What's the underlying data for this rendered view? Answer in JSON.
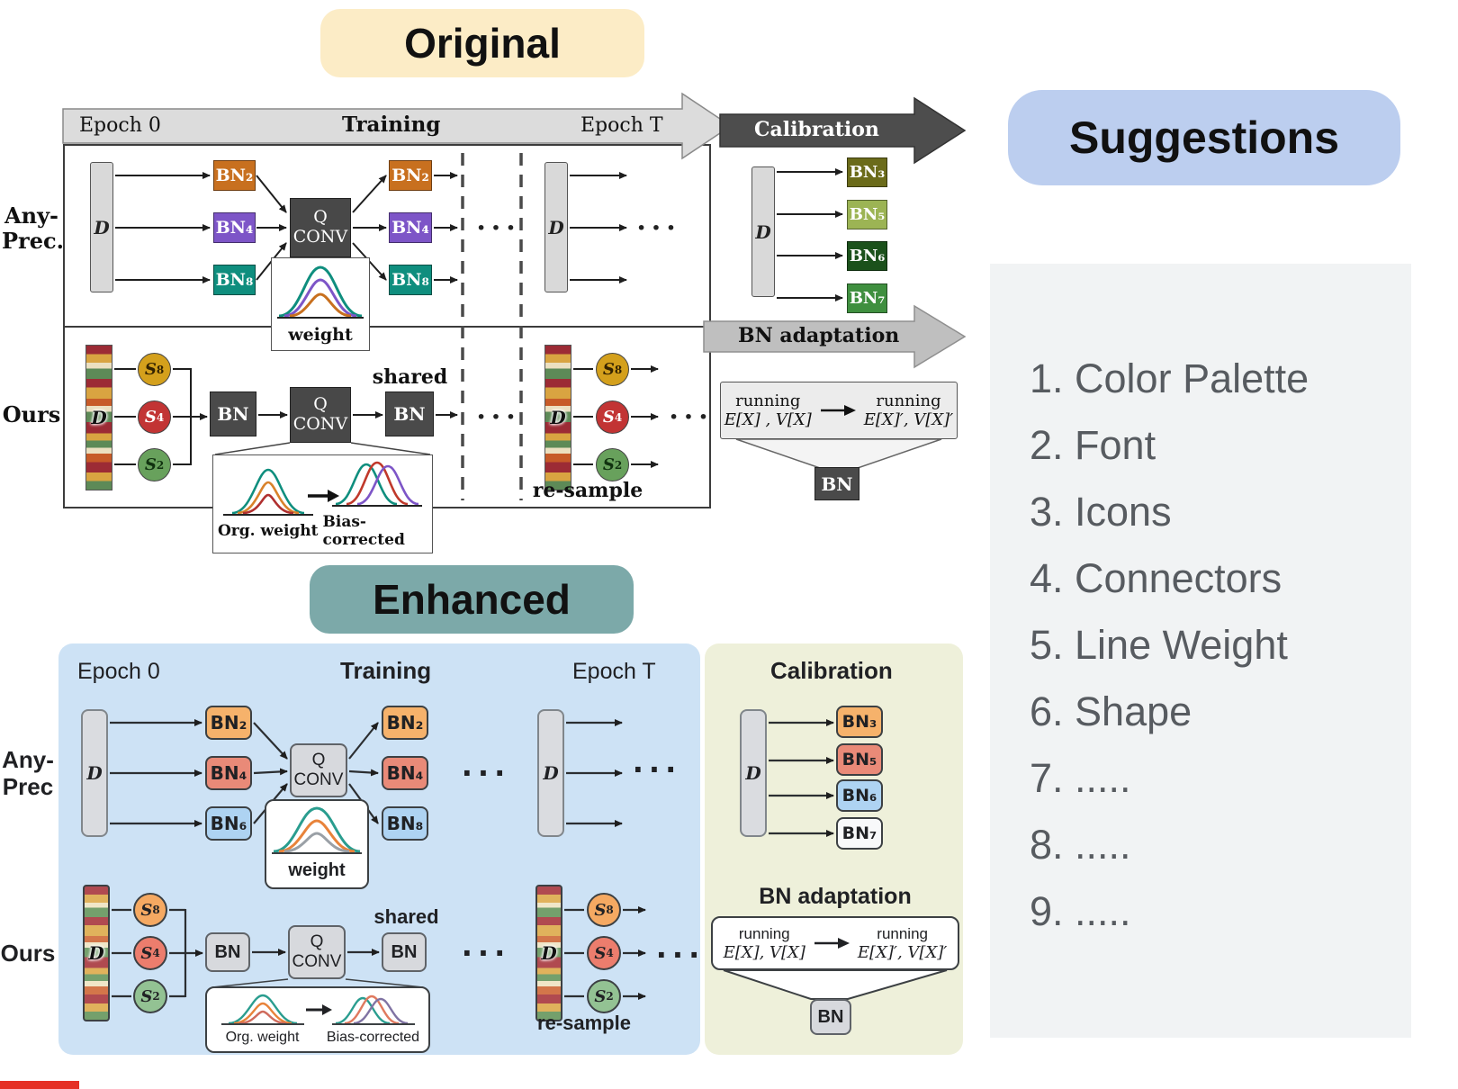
{
  "badges": {
    "original": "Original",
    "enhanced": "Enhanced",
    "suggestions": "Suggestions"
  },
  "suggestions_list": [
    "1. Color Palette",
    "2. Font",
    "3. Icons",
    "4. Connectors",
    "5. Line Weight",
    "6. Shape",
    "7. .....",
    "8. .....",
    "9. ....."
  ],
  "original": {
    "timeline": {
      "epoch0": "Epoch 0",
      "training": "Training",
      "epochT": "Epoch T"
    },
    "calibration_label": "Calibration",
    "bn_adaptation_label": "BN adaptation",
    "row_any_prec": [
      "Any-",
      "Prec."
    ],
    "row_ours": "Ours",
    "dataset": "D",
    "qconv": [
      "Q",
      "CONV"
    ],
    "bn": "BN",
    "weight": "weight",
    "shared": "shared",
    "resample": "re-sample",
    "org_weight": "Org. weight",
    "bias_corrected": "Bias-corrected",
    "dots": "···",
    "running_left": {
      "top": "running",
      "bottom": "E[X] , V[X]"
    },
    "running_right": {
      "top": "running",
      "bottom": "E[X]′, V[X]′"
    },
    "train_bns": [
      {
        "label": "BN₂",
        "color": "#c8701f"
      },
      {
        "label": "BN₄",
        "color": "#7d55c7"
      },
      {
        "label": "BN₈",
        "color": "#0f8e7e"
      }
    ],
    "calib_bns": [
      {
        "label": "BN₃",
        "color": "#6b6b1a"
      },
      {
        "label": "BN₅",
        "color": "#9cb454"
      },
      {
        "label": "BN₆",
        "color": "#1b511b"
      },
      {
        "label": "BN₇",
        "color": "#3f8f3f"
      }
    ],
    "scales": [
      {
        "s": "S",
        "sub": "8",
        "color": "#d4a01c",
        "text": "#332200"
      },
      {
        "s": "S",
        "sub": "4",
        "color": "#c23434",
        "text": "#ffffff"
      },
      {
        "s": "S",
        "sub": "2",
        "color": "#68a15c",
        "text": "#10310f"
      }
    ]
  },
  "enhanced": {
    "timeline": {
      "epoch0": "Epoch 0",
      "training": "Training",
      "epochT": "Epoch T"
    },
    "calibration_label": "Calibration",
    "bn_adaptation_label": "BN adaptation",
    "row_any_prec": [
      "Any-",
      "Prec"
    ],
    "row_ours": "Ours",
    "dataset": "D",
    "qconv": [
      "Q",
      "CONV"
    ],
    "bn": "BN",
    "weight": "weight",
    "shared": "shared",
    "resample": "re-sample",
    "org_weight": "Org. weight",
    "bias_corrected": "Bias-corrected",
    "dots": "···",
    "running_left": {
      "top": "running",
      "bottom": "E[X], V[X]"
    },
    "running_right": {
      "top": "running",
      "bottom": "E[X]′, V[X]′"
    },
    "train_bns_left": [
      {
        "label": "BN₂",
        "color": "#f6b26b"
      },
      {
        "label": "BN₄",
        "color": "#e98a78"
      },
      {
        "label": "BN₆",
        "color": "#aed3f2"
      }
    ],
    "train_bns_mid": [
      {
        "label": "BN₂",
        "color": "#f6b26b"
      },
      {
        "label": "BN₄",
        "color": "#e98a78"
      },
      {
        "label": "BN₈",
        "color": "#aed3f2"
      }
    ],
    "calib_bns": [
      {
        "label": "BN₃",
        "color": "#f6b26b"
      },
      {
        "label": "BN₅",
        "color": "#e98a78"
      },
      {
        "label": "BN₆",
        "color": "#aed3f2"
      },
      {
        "label": "BN₇",
        "color": "#f8f9fa"
      }
    ],
    "scales": [
      {
        "s": "S",
        "sub": "8",
        "color": "#f5a962",
        "text": "#202124"
      },
      {
        "s": "S",
        "sub": "4",
        "color": "#ec7d6d",
        "text": "#202124"
      },
      {
        "s": "S",
        "sub": "2",
        "color": "#93c293",
        "text": "#202124"
      }
    ]
  }
}
